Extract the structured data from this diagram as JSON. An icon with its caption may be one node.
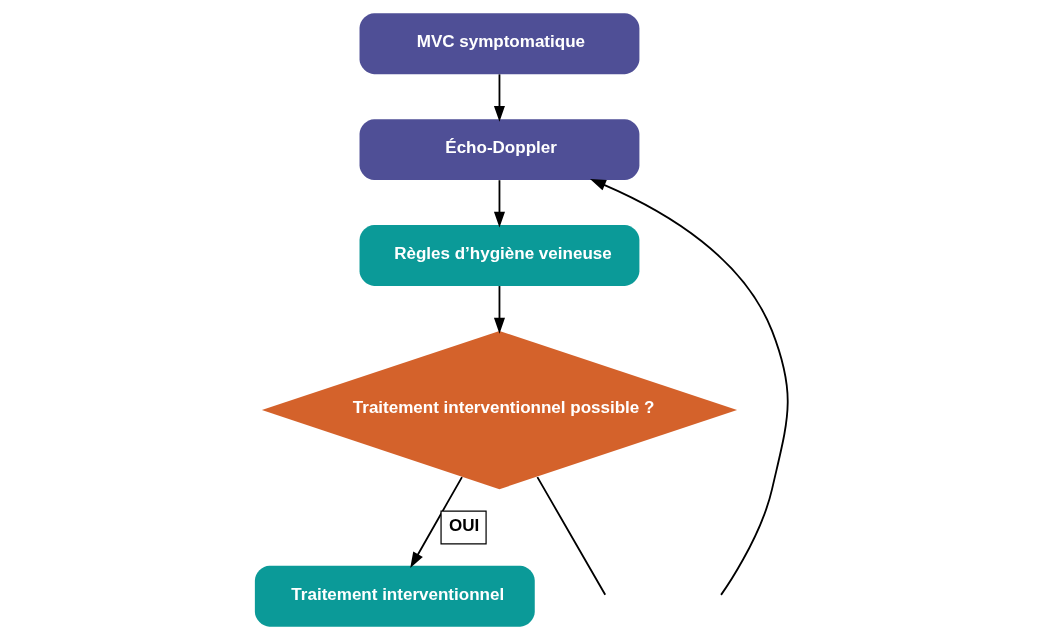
{
  "diagram": {
    "nodes": [
      {
        "text": [
          "MVC symptomatique"
        ]
      },
      {
        "text": [
          "Écho-Doppler"
        ]
      },
      {
        "text": [
          "Règles d’hygiène veineuse"
        ]
      },
      {
        "text": [
          "Traitement interventionnel possible ?"
        ]
      },
      {
        "text": [
          "Traitement interventionnel"
        ]
      }
    ],
    "edges": [
      {
        "from": 0,
        "to": 1,
        "arrow": "to"
      },
      {
        "from": 1,
        "to": 2,
        "arrow": "to"
      },
      {
        "from": 2,
        "to": 3,
        "arrow": "to"
      },
      {
        "from": 3,
        "to": 4,
        "arrow": "to",
        "label": "OUI"
      },
      {
        "from": 3,
        "to": null,
        "arrow": "none"
      },
      {
        "from": null,
        "to": 1,
        "arrow": "to"
      }
    ]
  }
}
